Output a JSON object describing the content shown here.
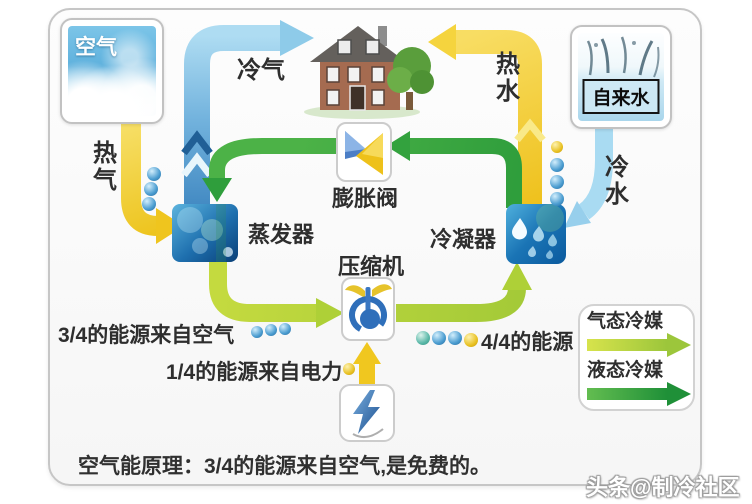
{
  "nodes": {
    "air": "空气",
    "tap_water": "自来水",
    "evaporator": "蒸发器",
    "expansion_valve": "膨胀阀",
    "condenser": "冷凝器",
    "compressor": "压缩机"
  },
  "flows": {
    "cold_air": "冷气",
    "hot_air": "热气",
    "hot_water": "热水",
    "cold_water": "冷水"
  },
  "annotations": {
    "air_energy": "3/4的能源来自空气",
    "electric_energy": "1/4的能源来自电力",
    "total_energy": "4/4的能源",
    "principle": "空气能原理：3/4的能源来自空气,是免费的。"
  },
  "legend": {
    "gas": "气态冷媒",
    "liquid": "液态冷媒"
  },
  "watermark": "头条@制冷社区",
  "colors": {
    "gas_refrigerant": "#aed037",
    "liquid_refrigerant": "#2f9e3c",
    "hot_flow": "#f0c71f",
    "cold_air_flow": "#5da7d8",
    "cold_water_flow": "#a9dbf2",
    "panel_border": "#c6c6c6"
  }
}
